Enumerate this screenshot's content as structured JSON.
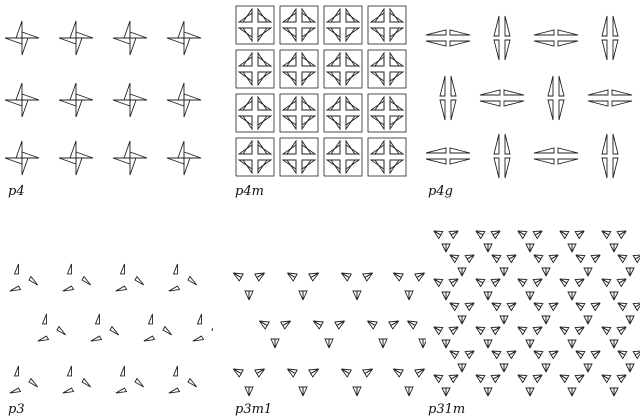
{
  "figure": {
    "panels": [
      {
        "id": "p4",
        "label": "p4"
      },
      {
        "id": "p4m",
        "label": "p4m"
      },
      {
        "id": "p4g",
        "label": "p4g"
      },
      {
        "id": "p3",
        "label": "p3"
      },
      {
        "id": "p3m1",
        "label": "p3m1"
      },
      {
        "id": "p31m",
        "label": "p31m"
      }
    ]
  }
}
